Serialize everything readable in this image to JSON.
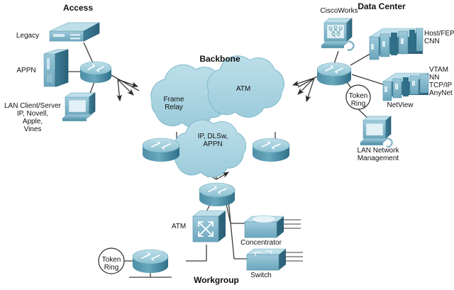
{
  "diagram": {
    "title": "Enterprise Network Architecture Diagram",
    "background_color": "#ffffff",
    "palette": {
      "device_light": "#a8cfdd",
      "device_mid": "#79b3c7",
      "device_dark": "#3d7f96",
      "device_shadow": "#2e6b80",
      "cloud_fill": "#a9d2de",
      "cloud_edge": "#7fb9cb",
      "line": "#3b3b3b",
      "text": "#111111",
      "screen": "#dff0f4"
    },
    "sections": {
      "access": {
        "label": "Access"
      },
      "backbone": {
        "label": "Backbone"
      },
      "data_center": {
        "label": "Data Center"
      },
      "workgroup": {
        "label": "Workgroup"
      }
    },
    "clouds": [
      {
        "name": "frame-relay-cloud",
        "label": "Frame\nRelay"
      },
      {
        "name": "atm-cloud",
        "label": "ATM"
      },
      {
        "name": "ip-dlsw-appn-cloud",
        "label": "IP, DLSw,\nAPPN"
      }
    ],
    "access_nodes": [
      {
        "name": "legacy",
        "label": "Legacy",
        "icon": "legacy-box-icon"
      },
      {
        "name": "appn",
        "label": "APPN",
        "icon": "tower-cabinet-icon"
      },
      {
        "name": "lan-client-server",
        "label": "LAN Client/Server\nIP, Novell,\nApple,\nVines",
        "icon": "workstation-icon"
      },
      {
        "name": "access-router",
        "label": "",
        "icon": "router-icon"
      }
    ],
    "data_center_nodes": [
      {
        "name": "ciscoworks",
        "label": "CiscoWorks",
        "icon": "management-console-icon"
      },
      {
        "name": "host-fep",
        "label": "Host/FEP\nCNN",
        "icon": "mainframe-stack-icon"
      },
      {
        "name": "vtam",
        "label": "VTAM\nNN\nTCP/IP\nAnyNet",
        "icon": "mainframe-stack-icon"
      },
      {
        "name": "netview",
        "label": "NetView",
        "icon": "mainframe-stack-icon"
      },
      {
        "name": "token-ring-dc",
        "label": "Token\nRing",
        "icon": "token-ring-icon"
      },
      {
        "name": "lan-network-management",
        "label": "LAN Network\nManagement",
        "icon": "workstation-icon"
      },
      {
        "name": "data-center-router",
        "label": "",
        "icon": "router-icon"
      }
    ],
    "workgroup_nodes": [
      {
        "name": "workgroup-router",
        "label": "",
        "icon": "router-icon"
      },
      {
        "name": "atm-switch",
        "label": "ATM",
        "icon": "atm-switch-icon"
      },
      {
        "name": "token-ring-wg",
        "label": "Token\nRing",
        "icon": "token-ring-icon"
      },
      {
        "name": "token-ring-router",
        "label": "",
        "icon": "router-icon"
      },
      {
        "name": "concentrator",
        "label": "Concentrator",
        "icon": "concentrator-icon"
      },
      {
        "name": "switch",
        "label": "Switch",
        "icon": "switch-icon"
      }
    ],
    "backbone_routers": [
      {
        "name": "backbone-router-left",
        "label": ""
      },
      {
        "name": "backbone-router-right",
        "label": ""
      }
    ],
    "arrow_clusters": [
      {
        "name": "access-arrows",
        "direction": "right"
      },
      {
        "name": "data-center-arrows",
        "direction": "left"
      },
      {
        "name": "workgroup-arrows",
        "direction": "up"
      }
    ]
  }
}
